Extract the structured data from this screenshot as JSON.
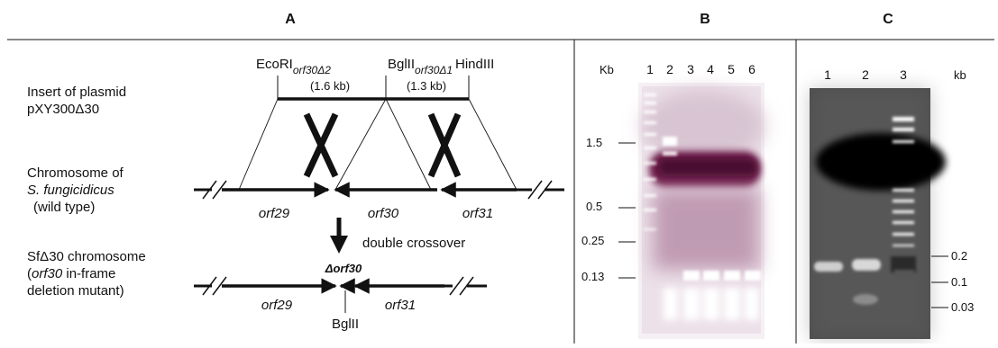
{
  "panel_titles": {
    "a": "A",
    "b": "B",
    "c": "C"
  },
  "panel_a": {
    "plasmid_label_line1": "Insert of plasmid",
    "plasmid_label_line2": "pXY300Δ30",
    "site_ecori": "EcoRI",
    "fragment_2_name": "orf30Δ2",
    "site_bglii": "BglII",
    "fragment_1_name": "orf30Δ1",
    "site_hindiii": "HindIII",
    "fragment_2_size": "(1.6 kb)",
    "fragment_1_size": "(1.3 kb)",
    "wt_label_line1": "Chromosome of",
    "wt_label_line2": "S. fungicidicus",
    "wt_label_line3": "(wild type)",
    "wt_gene_1": "orf29",
    "wt_gene_2": "orf30",
    "wt_gene_3": "orf31",
    "event_label": "double crossover",
    "mutant_label_line1": "SfΔ30 chromosome",
    "mutant_label_line2_italic": "orf30",
    "mutant_label_line2_rest": " in-frame",
    "mutant_label_line3": "deletion mutant)",
    "deletion_label": "Δorf30",
    "mut_gene_1": "orf29",
    "mut_gene_3": "orf31",
    "mutant_site": "BglII"
  },
  "panel_b": {
    "unit_label": "Kb",
    "lanes": [
      "1",
      "2",
      "3",
      "4",
      "5",
      "6"
    ],
    "markers": [
      "1.5",
      "0.5",
      "0.25",
      "0.13"
    ]
  },
  "panel_c": {
    "unit_label": "kb",
    "lanes": [
      "1",
      "2",
      "3"
    ],
    "markers": [
      "0.2",
      "0.1",
      "0.03"
    ]
  },
  "colors": {
    "gel_b_background": "#f5f0f4",
    "gel_b_smear": "#6e1a4a",
    "gel_c_background": "#4d4d4d",
    "gel_c_blob": "#000000"
  }
}
